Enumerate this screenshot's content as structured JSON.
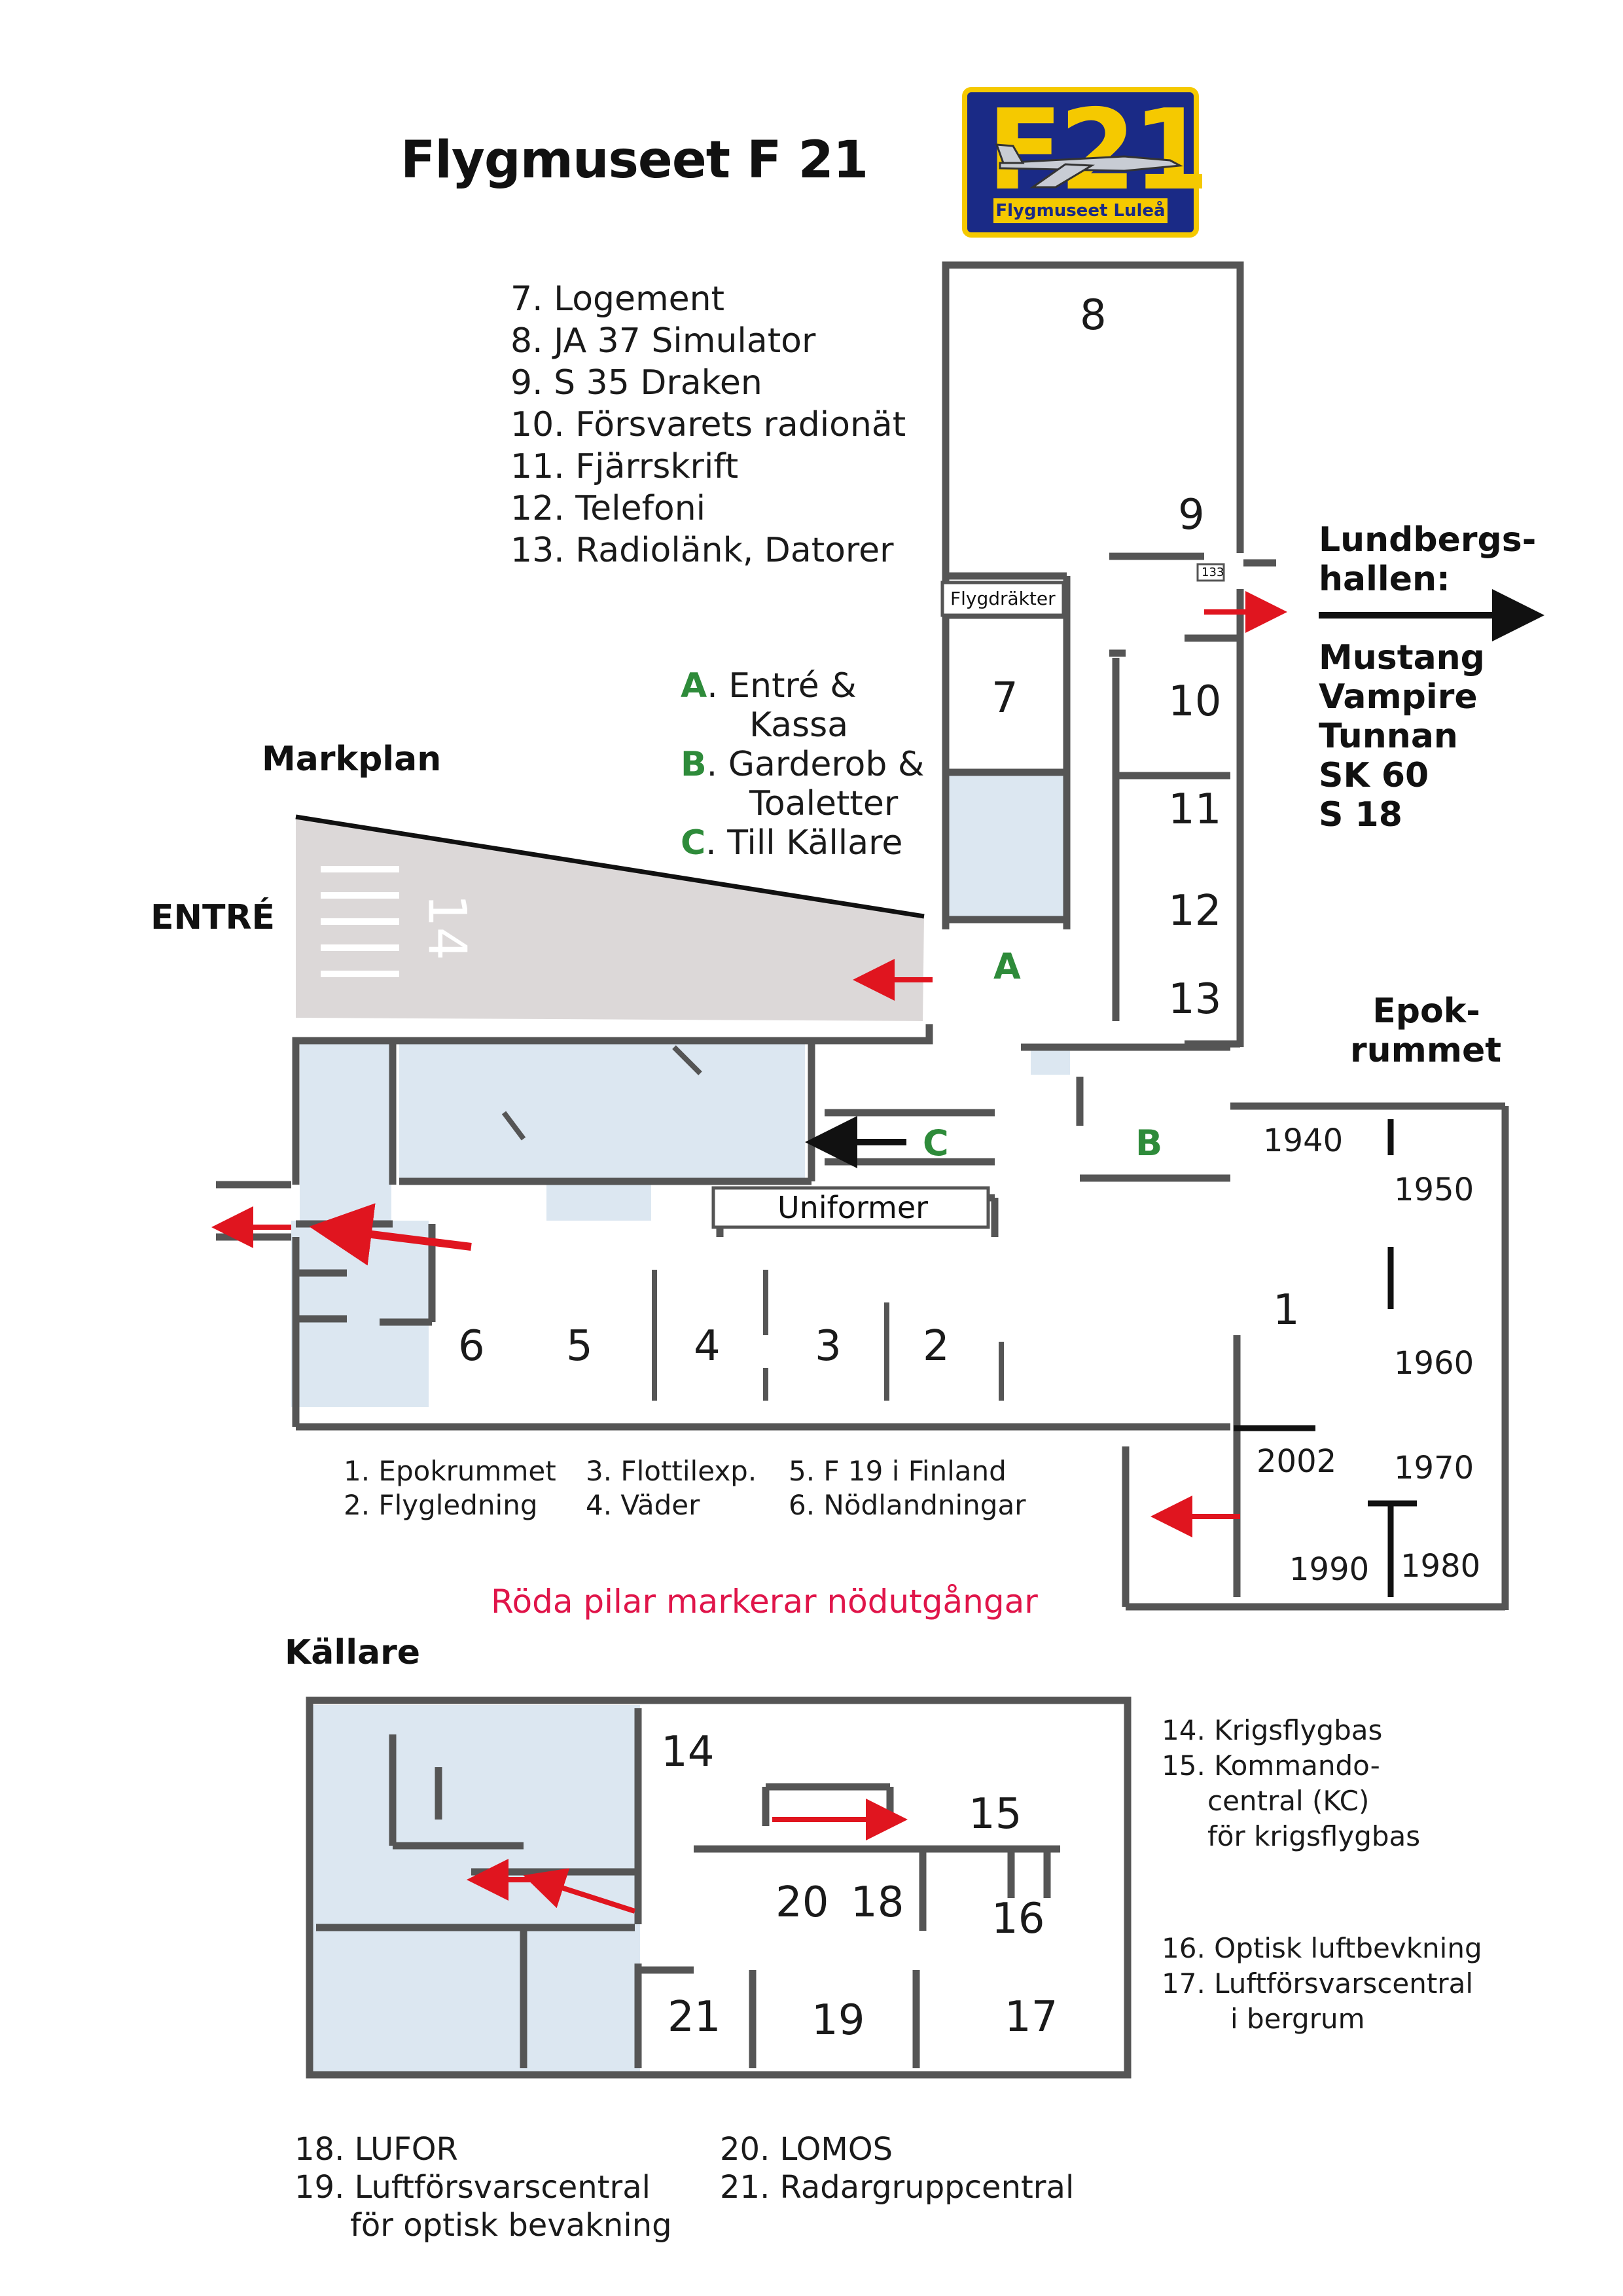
{
  "title": "Flygmuseet F 21",
  "logo": {
    "big_text": "F21",
    "band_text": "Flygmuseet Luleå"
  },
  "upper_legend": [
    "7. Logement",
    "8. JA 37 Simulator",
    "9. S 35 Draken",
    "10. Försvarets radionät",
    "11. Fjärrskrift",
    "12. Telefoni",
    "13. Radiolänk, Datorer"
  ],
  "abc_legend": {
    "a_letter": "A",
    "a_line1": ". Entré &",
    "a_line2": "Kassa",
    "b_letter": "B",
    "b_line1": ". Garderob &",
    "b_line2": "Toaletter",
    "c_letter": "C",
    "c_line1": ". Till Källare"
  },
  "markplan": "Markplan",
  "entre": "ENTRÉ",
  "runway_number": "14",
  "lundberg": {
    "line1": "Lundbergs-",
    "line2": "hallen:",
    "items": [
      "Mustang",
      "Vampire",
      "Tunnan",
      "SK 60",
      "S 18"
    ]
  },
  "epok": {
    "line1": "Epok-",
    "line2": "rummet"
  },
  "flygdrakter": "Flygdräkter",
  "room_133": "133",
  "uniformer": "Uniformer",
  "rooms_ground": {
    "r1": "1",
    "r2": "2",
    "r3": "3",
    "r4": "4",
    "r5": "5",
    "r6": "6",
    "r7": "7",
    "r8": "8",
    "r9": "9",
    "r10": "10",
    "r11": "11",
    "r12": "12",
    "r13": "13",
    "a": "A",
    "b": "B",
    "c": "C"
  },
  "decades": [
    "1940",
    "1950",
    "1960",
    "1970",
    "1980",
    "1990",
    "2002"
  ],
  "ground_legend": {
    "col1": [
      "1. Epokrummet",
      "2. Flygledning"
    ],
    "col2": [
      "3. Flottilexp.",
      "4. Väder"
    ],
    "col3": [
      "5. F 19 i Finland",
      "6. Nödlandningar"
    ]
  },
  "emergency_note": "Röda pilar markerar nödutgångar",
  "kallare": "Källare",
  "rooms_basement": {
    "r14": "14",
    "r15": "15",
    "r16": "16",
    "r17": "17",
    "r18": "18",
    "r19": "19",
    "r20": "20",
    "r21": "21"
  },
  "basement_legend_right": {
    "l14": "14. Krigsflygbas",
    "l15a": "15. Kommando-",
    "l15b": "central (KC)",
    "l15c": "för krigsflygbas",
    "l16": "16. Optisk luftbevkning",
    "l17a": "17. Luftförsvarscentral",
    "l17b": "i bergrum"
  },
  "basement_legend_bottom": {
    "l18": "18. LUFOR",
    "l19a": "19. Luftförsvarscentral",
    "l19b": "för optisk bevakning",
    "l20": "20. LOMOS",
    "l21": "21. Radargruppcentral"
  },
  "colors": {
    "wall": "#555555",
    "room_fill": "#dce7f1",
    "entrance_fill": "#dcd8d8",
    "arrow_red": "#e0151f",
    "green": "#2e8b3a",
    "note_red": "#e0154a",
    "logo_blue": "#1a2a86",
    "logo_yellow": "#f5c900"
  }
}
